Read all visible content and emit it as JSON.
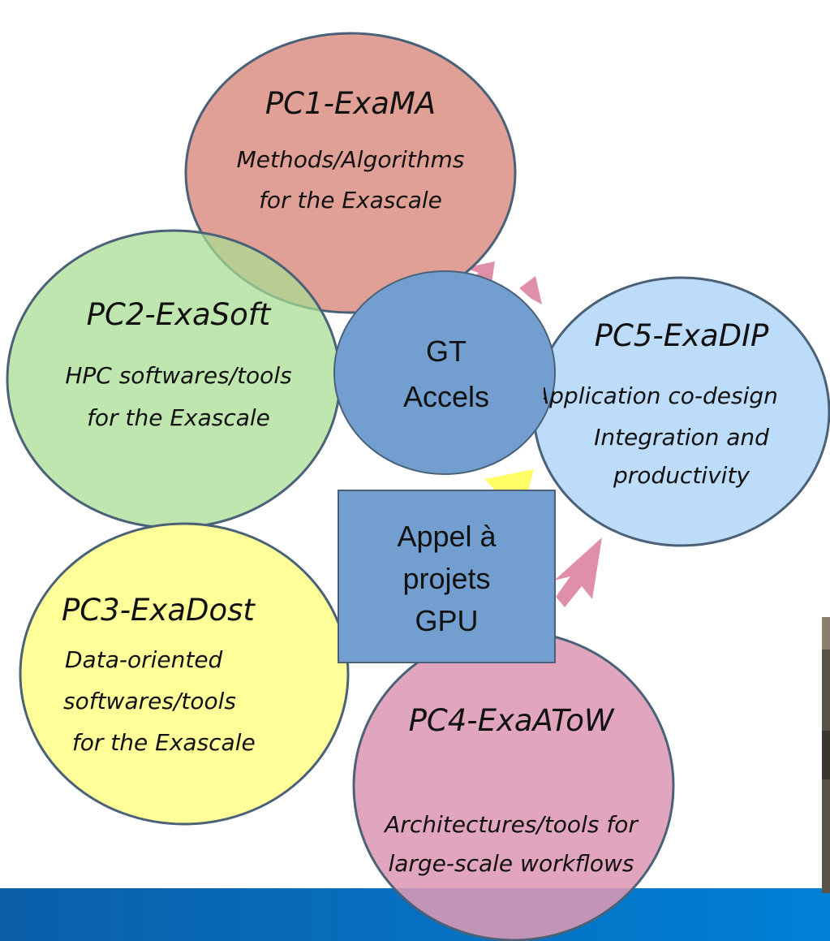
{
  "nodes": {
    "pc1": {
      "title": "PC1-ExaMA",
      "line1": "Methods/Algorithms",
      "line2": "for the Exascale"
    },
    "pc2": {
      "title": "PC2-ExaSoft",
      "line1": "HPC softwares/tools",
      "line2": "for the Exascale"
    },
    "pc3": {
      "title": "PC3-ExaDost",
      "line1": "Data-oriented",
      "line2": "softwares/tools",
      "line3": " for the Exascale"
    },
    "pc4": {
      "title": "PC4-ExaAToW",
      "line1": "Architectures/tools for",
      "line2": "large-scale workflows"
    },
    "pc5": {
      "title": "PC5-ExaDIP",
      "line1": "Application co-design",
      "line2": "Integration and",
      "line3": "productivity"
    },
    "gt": {
      "line1": "GT",
      "line2": "Accels"
    },
    "appel": {
      "line1": "Appel à",
      "line2": "projets",
      "line3": "GPU"
    }
  },
  "colors": {
    "pc1": "#e0a096",
    "pc2": "#a8dc92",
    "pc3": "#ffff99",
    "pc4": "#dd99b4",
    "pc5": "#bcdcfa",
    "gt": "#729fcf",
    "appel": "#729fcf",
    "outline": "#4a6178",
    "arrow_pink": "#e08fa8",
    "arrow_yellow": "#ffff66",
    "band": "#0077cc"
  }
}
